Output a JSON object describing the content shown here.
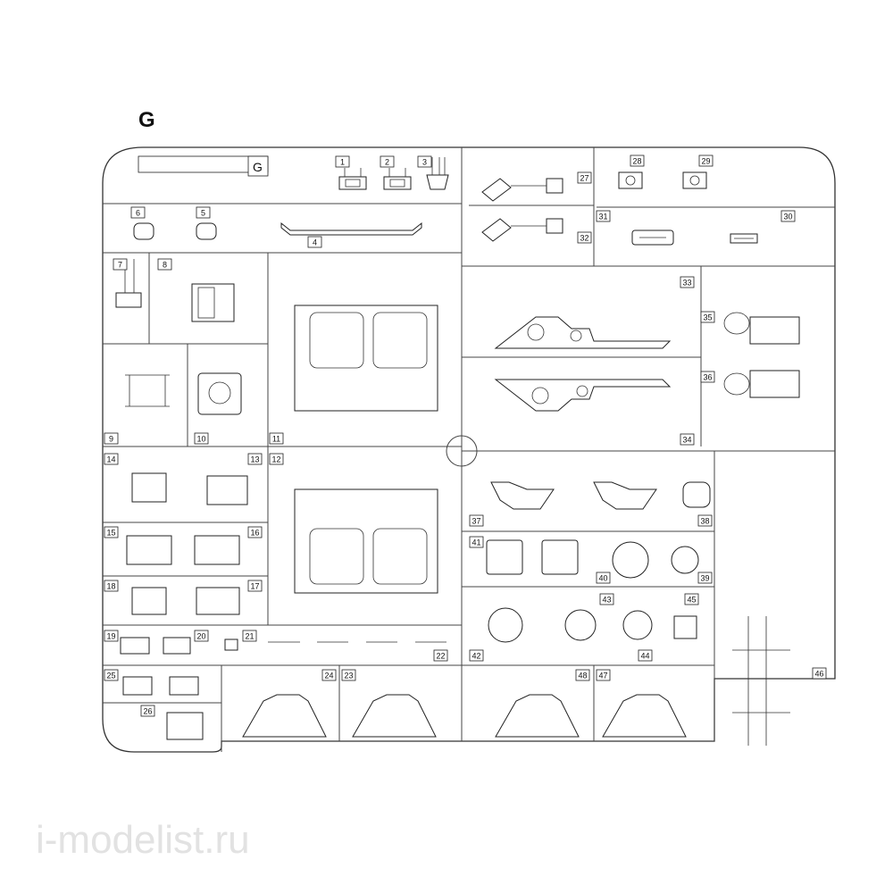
{
  "sheet": {
    "sprue_letter": "G",
    "frame_tag": "G",
    "watermark": "i-modelist.ru"
  },
  "part_labels": [
    "1",
    "2",
    "3",
    "4",
    "5",
    "6",
    "7",
    "8",
    "9",
    "10",
    "11",
    "12",
    "13",
    "14",
    "15",
    "16",
    "17",
    "18",
    "19",
    "20",
    "21",
    "22",
    "23",
    "24",
    "25",
    "26",
    "27",
    "28",
    "29",
    "30",
    "31",
    "32",
    "33",
    "34",
    "35",
    "36",
    "37",
    "38",
    "39",
    "40",
    "41",
    "42",
    "43",
    "44",
    "45",
    "46",
    "47",
    "48"
  ]
}
